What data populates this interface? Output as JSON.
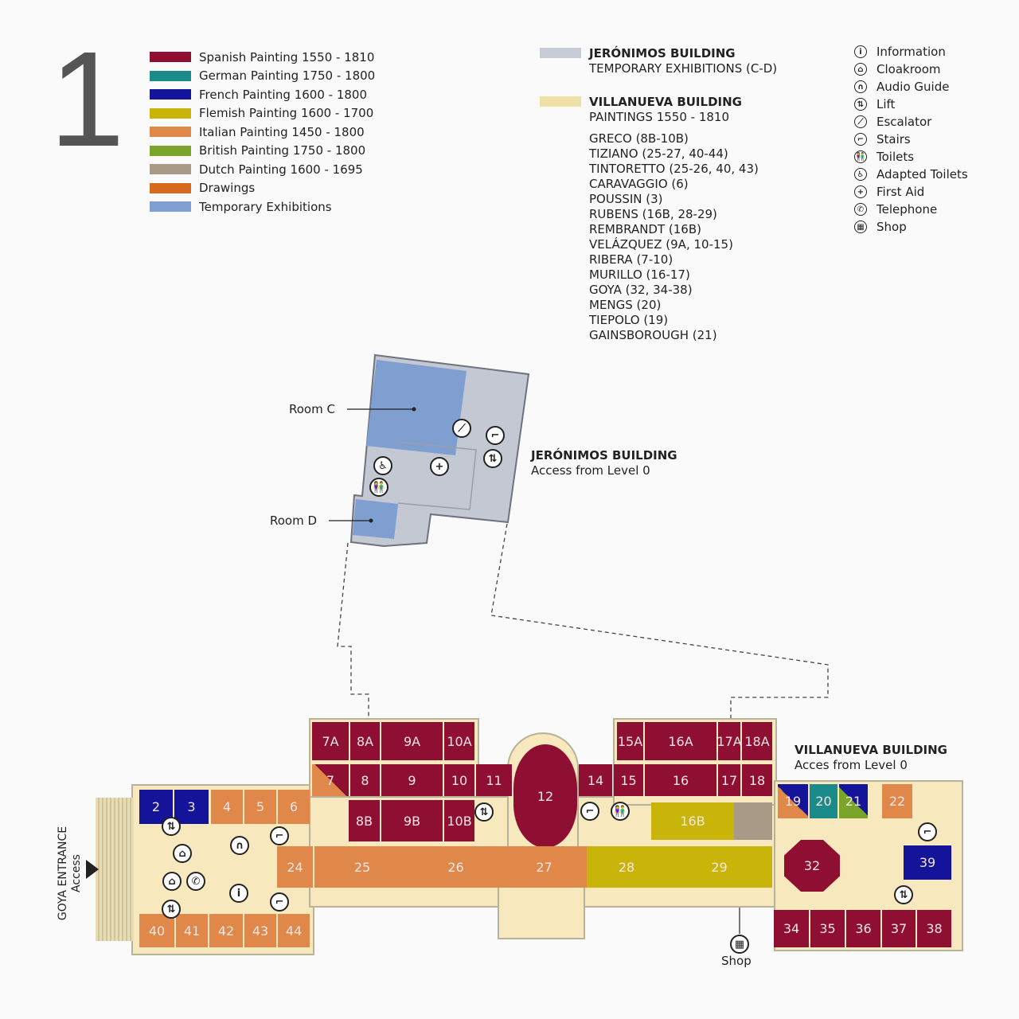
{
  "level": "1",
  "legend": [
    {
      "label": "Spanish Painting 1550 - 1810",
      "color": "#8f0f33"
    },
    {
      "label": "German Painting 1750 - 1800",
      "color": "#1a8a8a"
    },
    {
      "label": "French Painting 1600 - 1800",
      "color": "#14149a"
    },
    {
      "label": "Flemish Painting 1600 - 1700",
      "color": "#c9b40a"
    },
    {
      "label": "Italian Painting 1450 - 1800",
      "color": "#e0884a"
    },
    {
      "label": "British Painting 1750 - 1800",
      "color": "#7aa52a"
    },
    {
      "label": "Dutch Painting 1600 - 1695",
      "color": "#a89a86"
    },
    {
      "label": "Drawings",
      "color": "#d66a1e"
    },
    {
      "label": "Temporary Exhibitions",
      "color": "#7e9fd0"
    }
  ],
  "jeronimos": {
    "title": "JERÓNIMOS BUILDING",
    "subtitle": "TEMPORARY EXHIBITIONS (C-D)",
    "color": "#c7cbd6"
  },
  "villanueva": {
    "title": "VILLANUEVA BUILDING",
    "subtitle": "PAINTINGS 1550 - 1810",
    "color": "#efe0a8",
    "artists": [
      "GRECO (8B-10B)",
      "TIZIANO (25-27, 40-44)",
      "TINTORETTO (25-26, 40, 43)",
      "CARAVAGGIO (6)",
      "POUSSIN (3)",
      "RUBENS (16B, 28-29)",
      "REMBRANDT (16B)",
      "VELÁZQUEZ (9A, 10-15)",
      "RIBERA (7-10)",
      "MURILLO (16-17)",
      "GOYA (32, 34-38)",
      "MENGS (20)",
      "TIEPOLO (19)",
      "GAINSBOROUGH (21)"
    ]
  },
  "services": [
    {
      "icon": "information-icon",
      "glyph": "i",
      "label": "Information"
    },
    {
      "icon": "cloakroom-icon",
      "glyph": "⌂",
      "label": "Cloakroom"
    },
    {
      "icon": "audio-guide-icon",
      "glyph": "∩",
      "label": "Audio Guide"
    },
    {
      "icon": "lift-icon",
      "glyph": "⇅",
      "label": "Lift"
    },
    {
      "icon": "escalator-icon",
      "glyph": "⟋",
      "label": "Escalator"
    },
    {
      "icon": "stairs-icon",
      "glyph": "⌐",
      "label": "Stairs"
    },
    {
      "icon": "toilets-icon",
      "glyph": "👫",
      "label": "Toilets"
    },
    {
      "icon": "adapted-toilets-icon",
      "glyph": "♿",
      "label": "Adapted Toilets"
    },
    {
      "icon": "first-aid-icon",
      "glyph": "+",
      "label": "First Aid"
    },
    {
      "icon": "telephone-icon",
      "glyph": "✆",
      "label": "Telephone"
    },
    {
      "icon": "shop-icon",
      "glyph": "▦",
      "label": "Shop"
    }
  ],
  "map": {
    "room_c": "Room C",
    "room_d": "Room D",
    "jeronimos_label": "JERÓNIMOS BUILDING",
    "jeronimos_access": "Access from Level 0",
    "villanueva_label": "VILLANUEVA BUILDING",
    "villanueva_access": "Acces from Level 0",
    "goya_entrance": "GOYA ENTRANCE",
    "goya_access": "Access",
    "shop": "Shop",
    "rooms": {
      "r2": "2",
      "r3": "3",
      "r4": "4",
      "r5": "5",
      "r6": "6",
      "r7a": "7A",
      "r8a": "8A",
      "r9a": "9A",
      "r10a": "10A",
      "r7": "7",
      "r8": "8",
      "r9": "9",
      "r10": "10",
      "r11": "11",
      "r8b": "8B",
      "r9b": "9B",
      "r10b": "10B",
      "r12": "12",
      "r14": "14",
      "r15": "15",
      "r16": "16",
      "r17": "17",
      "r18": "18",
      "r15a": "15A",
      "r16a": "16A",
      "r17a": "17A",
      "r18a": "18A",
      "r16b": "16B",
      "r19": "19",
      "r20": "20",
      "r21": "21",
      "r22": "22",
      "r24": "24",
      "r25": "25",
      "r26": "26",
      "r27": "27",
      "r28": "28",
      "r29": "29",
      "r32": "32",
      "r34": "34",
      "r35": "35",
      "r36": "36",
      "r37": "37",
      "r38": "38",
      "r39": "39",
      "r40": "40",
      "r41": "41",
      "r42": "42",
      "r43": "43",
      "r44": "44"
    }
  }
}
